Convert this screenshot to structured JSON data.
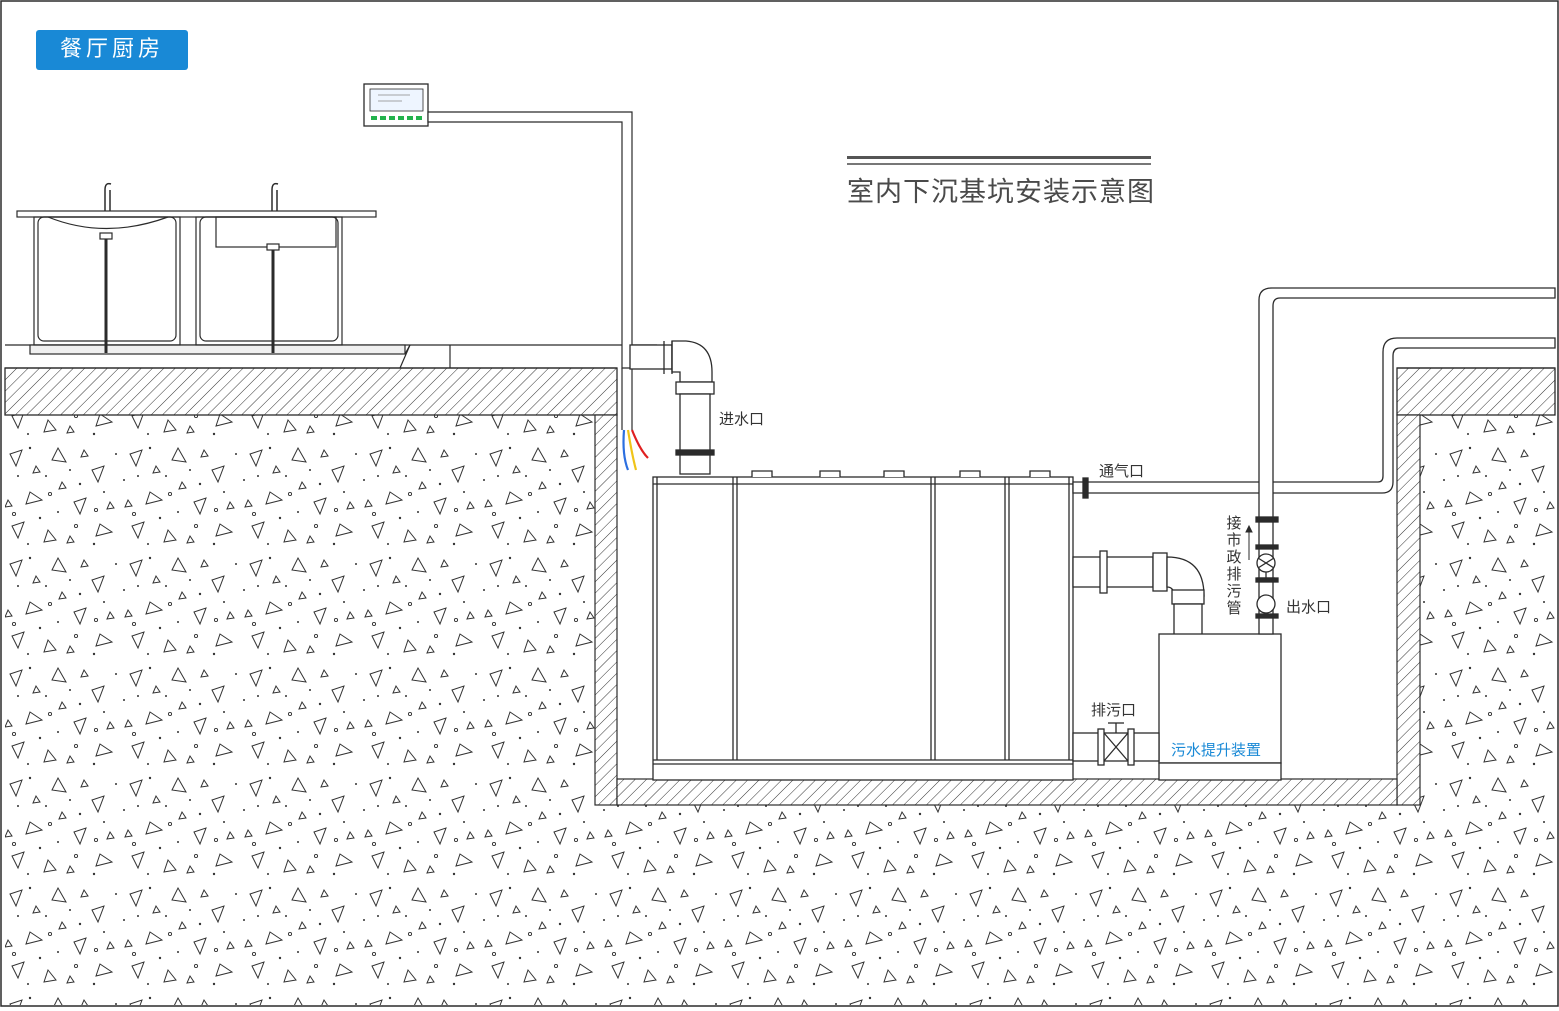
{
  "header": {
    "location_label": "餐厅厨房",
    "diagram_title": "室内下沉基坑安装示意图"
  },
  "labels": {
    "inlet": "进水口",
    "vent": "通气口",
    "municipal_pipe": "接市政排污管",
    "outlet": "出水口",
    "drain": "排污口",
    "lifting_device": "污水提升装置"
  },
  "colors": {
    "accent": "#1989d6",
    "line": "#2b2b2b",
    "wire_blue": "#2c6fe0",
    "wire_yellow": "#f0c419",
    "wire_red": "#e02020",
    "display_green": "#22b24c"
  },
  "icons": [
    "control-panel-icon",
    "faucet-icon",
    "gate-valve-icon",
    "check-valve-icon"
  ]
}
